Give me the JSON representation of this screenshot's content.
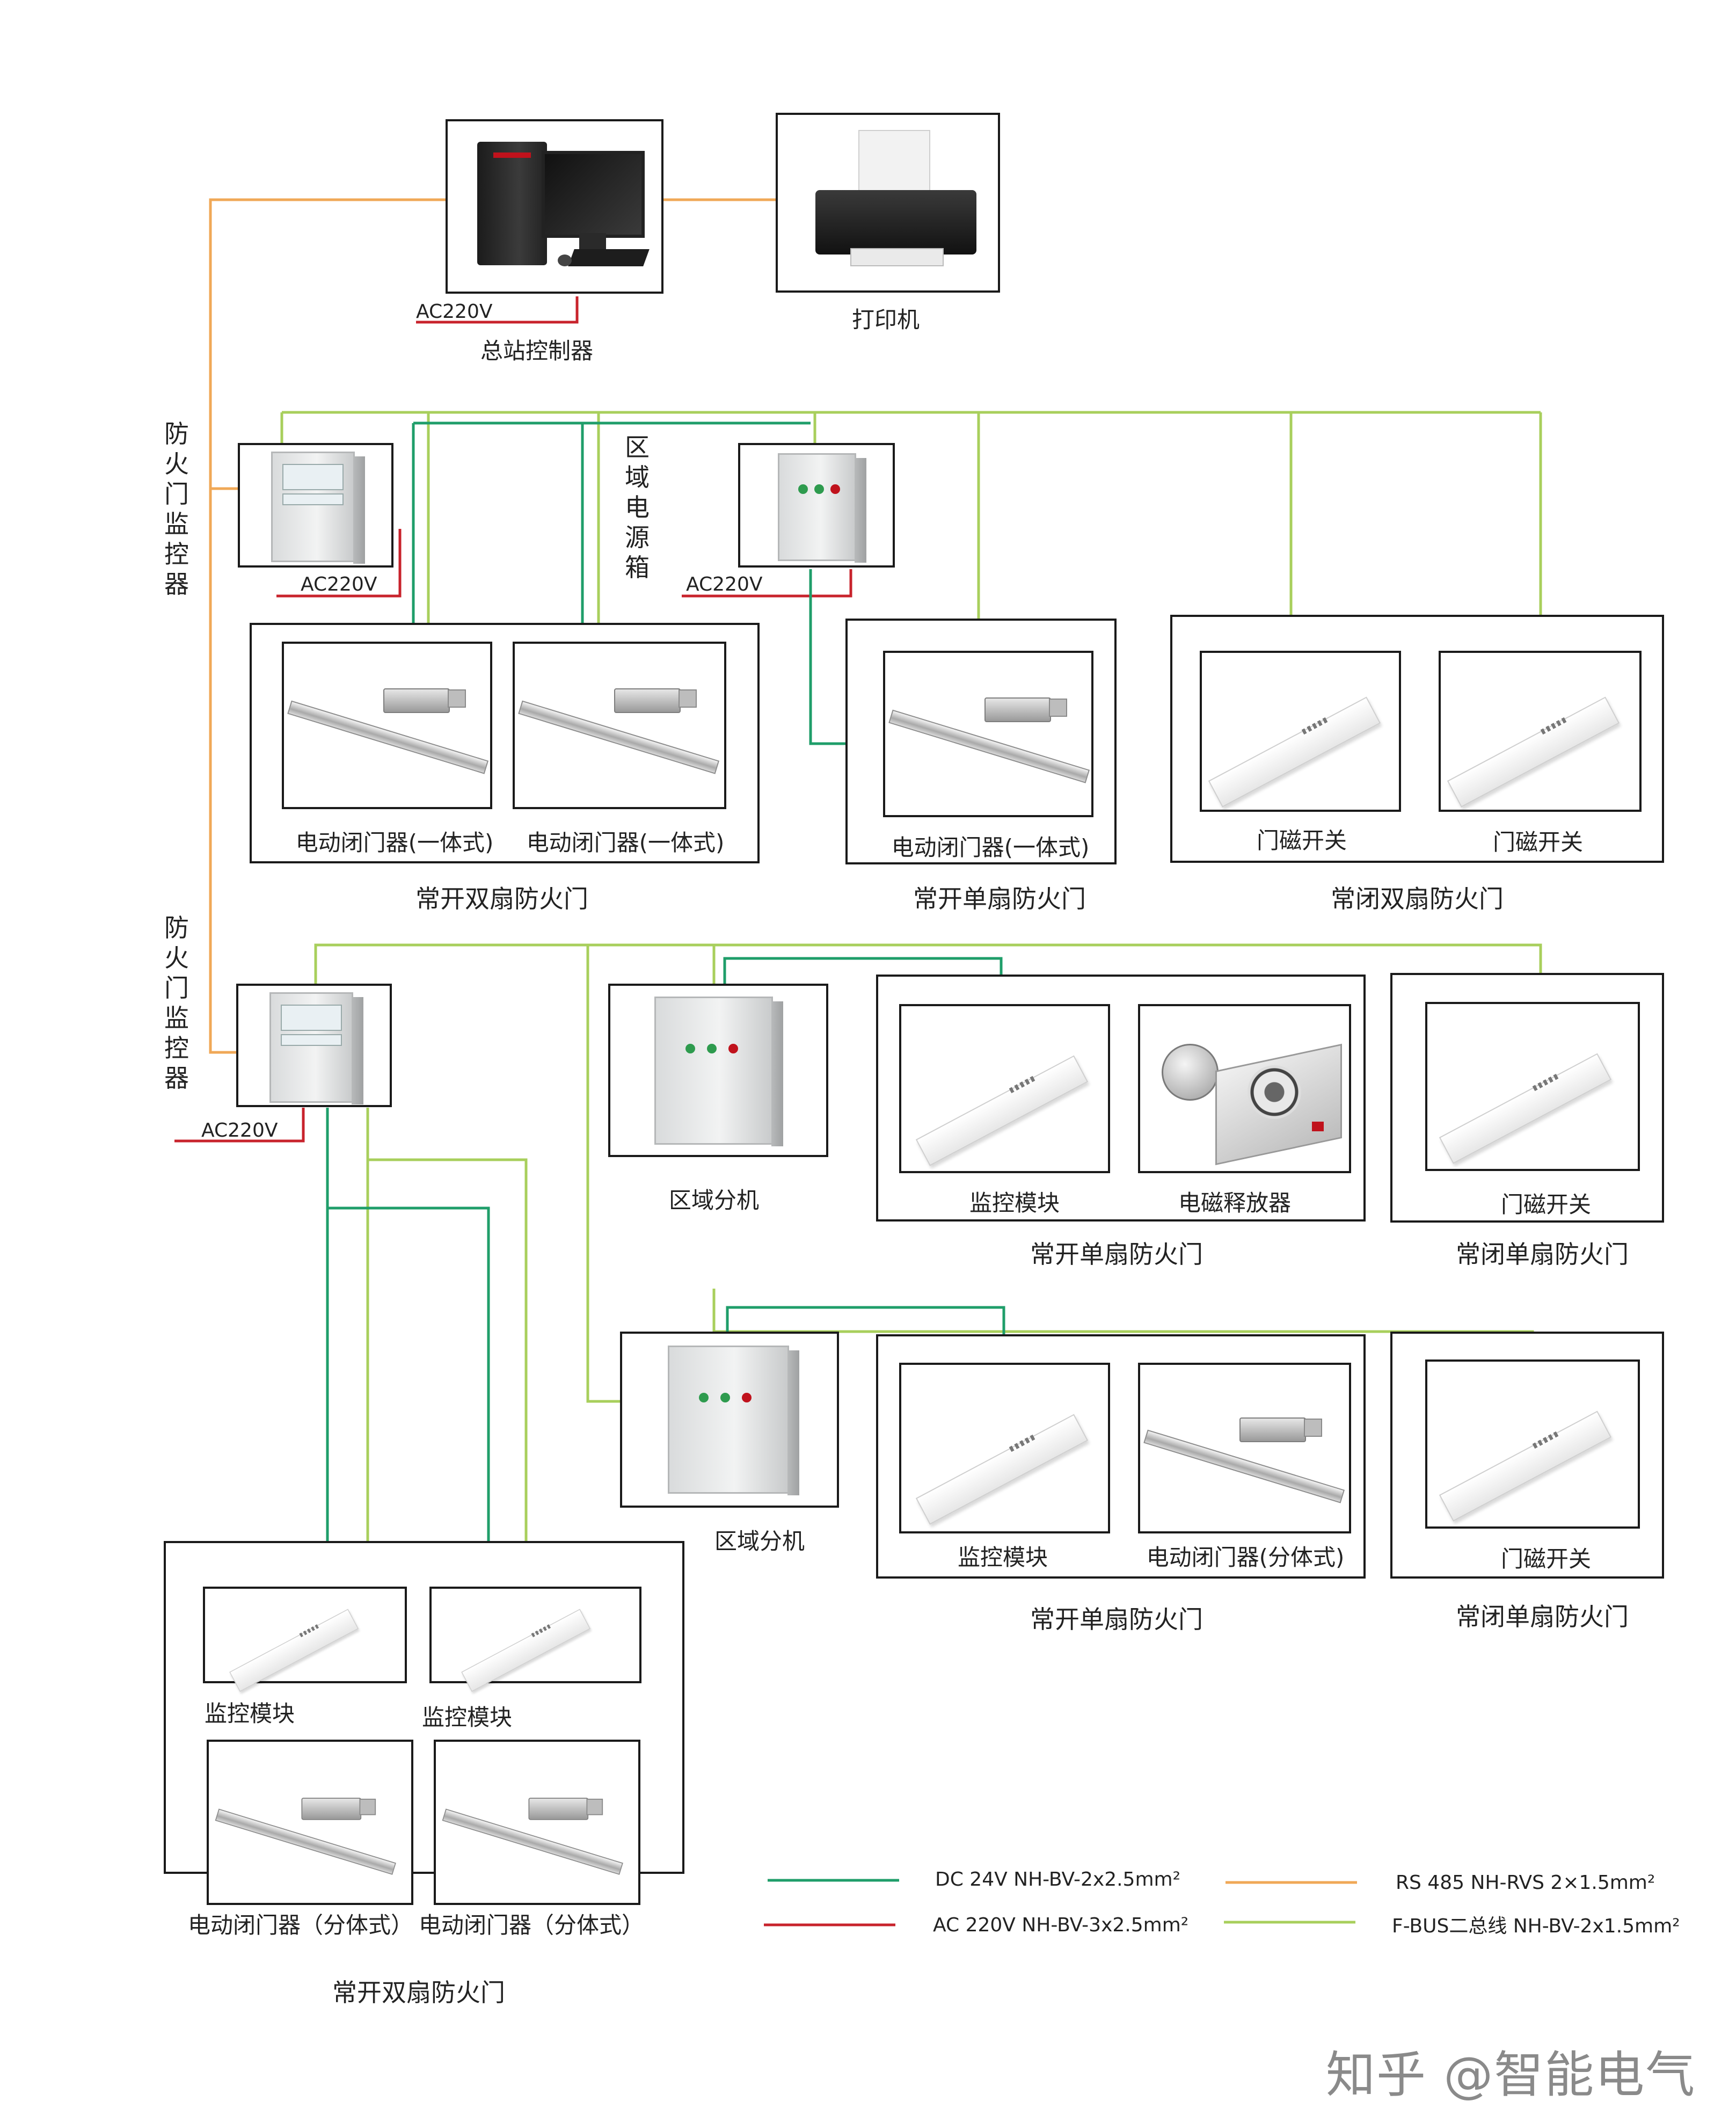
{
  "colors": {
    "dc24v": "#1f9e6a",
    "ac220v": "#c8232c",
    "rs485": "#f0a857",
    "fbus": "#a8cf5c"
  },
  "host": {
    "controller_label": "总站控制器",
    "ac_label": "AC220V",
    "printer_label": "打印机"
  },
  "monitor_side_label_1": "防火门监控器",
  "monitor_side_label_2": "防火门监控器",
  "power_box_side_label": "区域电源箱",
  "ac_labels": {
    "monitor1": "AC220V",
    "powerbox": "AC220V",
    "monitor2": "AC220V"
  },
  "row1": {
    "group_a": {
      "title": "常开双扇防火门",
      "left_label": "电动闭门器(一体式)",
      "right_label": "电动闭门器(一体式)"
    },
    "group_b": {
      "title": "常开单扇防火门",
      "label": "电动闭门器(一体式)"
    },
    "group_c": {
      "title": "常闭双扇防火门",
      "left_label": "门磁开关",
      "right_label": "门磁开关"
    }
  },
  "row2": {
    "sub_unit_label": "区域分机",
    "group_a": {
      "title": "常开单扇防火门",
      "left_label": "监控模块",
      "right_label": "电磁释放器"
    },
    "group_b": {
      "title": "常闭单扇防火门",
      "label": "门磁开关"
    }
  },
  "row3": {
    "sub_unit_label": "区域分机",
    "group_a": {
      "title": "常开单扇防火门",
      "left_label": "监控模块",
      "right_label": "电动闭门器(分体式)"
    },
    "group_b": {
      "title": "常闭单扇防火门",
      "label": "门磁开关"
    }
  },
  "bottom_group": {
    "title": "常开双扇防火门",
    "module_left_label": "监控模块",
    "module_right_label": "监控模块",
    "closer_left_label": "电动闭门器（分体式）",
    "closer_right_label": "电动闭门器（分体式）"
  },
  "legend": [
    {
      "text": "DC 24V NH-BV-2x2.5mm²",
      "color": "#1f9e6a"
    },
    {
      "text": "AC 220V NH-BV-3x2.5mm²",
      "color": "#c8232c"
    },
    {
      "text": "RS 485 NH-RVS 2×1.5mm²",
      "color": "#f0a857"
    },
    {
      "text": "F-BUS二总线 NH-BV-2x1.5mm²",
      "color": "#a8cf5c"
    }
  ],
  "watermark": "知乎 @智能电气"
}
